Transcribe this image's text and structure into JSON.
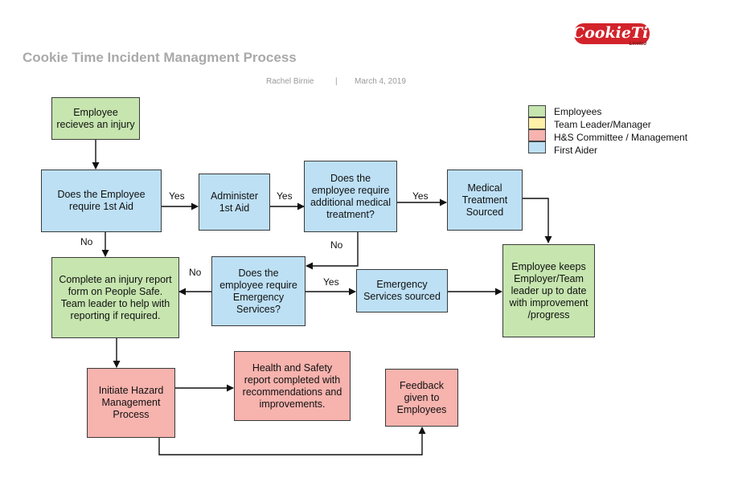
{
  "header": {
    "title": "Cookie Time Incident Managment Process",
    "author": "Rachel Birnie",
    "separator": "|",
    "date": "March 4, 2019"
  },
  "logo": {
    "text": "CookieTime",
    "subtext": "Limited",
    "color": "#d2232a"
  },
  "colors": {
    "employees": "#c6e5af",
    "team_leader": "#fff1a8",
    "hs_committee": "#f7b3ae",
    "first_aider": "#bde0f5"
  },
  "legend": [
    {
      "label": "Employees",
      "color": "employees"
    },
    {
      "label": "Team Leader/Manager",
      "color": "team_leader"
    },
    {
      "label": "H&S Committee / Management",
      "color": "hs_committee"
    },
    {
      "label": "First Aider",
      "color": "first_aider"
    }
  ],
  "nodes": {
    "injury": "Employee\nrecieves an injury",
    "first_aid_q": "Does the Employee\nrequire 1st Aid",
    "administer": "Administer\n1st Aid",
    "additional_q": "Does the\nemployee require\nadditional medical\ntreatment?",
    "medical_sourced": "Medical\nTreatment\nSourced",
    "keeps_up": "Employee keeps\nEmployer/Team\nleader up to date\nwith improvement\n/progress",
    "report": "Complete an injury report\nform on People Safe.\nTeam leader to help with\nreporting if required.",
    "emergency_q": "Does the\nemployee require\nEmergency\nServices?",
    "emergency_sourced": "Emergency\nServices sourced",
    "hazard": "Initiate Hazard\nManagement\nProcess",
    "hs_report": "Health and Safety\nreport completed with\nrecommendations and\nimprovements.",
    "feedback": "Feedback\ngiven to\nEmployees"
  },
  "edge_labels": {
    "yes1": "Yes",
    "yes2": "Yes",
    "yes3": "Yes",
    "yes4": "Yes",
    "no1": "No",
    "no2": "No",
    "no3": "No"
  }
}
